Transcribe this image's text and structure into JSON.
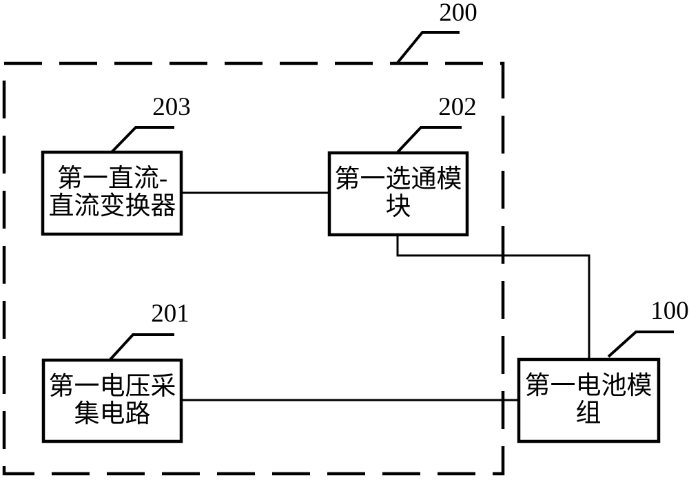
{
  "diagram": {
    "colors": {
      "ink": "#000000",
      "paper": "#ffffff"
    },
    "callout_200": {
      "label": "200"
    },
    "callout_203": {
      "label": "203"
    },
    "callout_202": {
      "label": "202"
    },
    "callout_201": {
      "label": "201"
    },
    "callout_100": {
      "label": "100"
    },
    "box_converter": {
      "line1": "第一直流-",
      "line2": "直流变换器"
    },
    "box_gating": {
      "line1": "第一选通模",
      "line2": "块"
    },
    "box_voltage": {
      "line1": "第一电压采",
      "line2": "集电路"
    },
    "box_battery": {
      "line1": "第一电池模",
      "line2": "组"
    }
  }
}
